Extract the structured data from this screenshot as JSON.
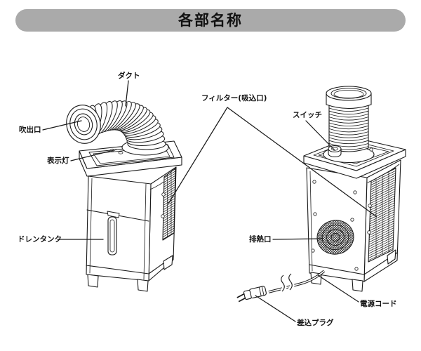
{
  "title_banner": {
    "text": "各部名称"
  },
  "colors": {
    "banner": "#aaaaaa",
    "ink": "#1a1a1a",
    "paper": "#ffffff"
  },
  "labels": {
    "duct": "ダクト",
    "outlet": "吹出口",
    "indicator_lamp": "表示灯",
    "drain_tank": "ドレンタンク",
    "filter_intake": "フィルター(吸込口)",
    "switch": "スイッチ",
    "exhaust_outlet": "排熱口",
    "power_cord": "電源コード",
    "plug": "差込プラグ"
  }
}
